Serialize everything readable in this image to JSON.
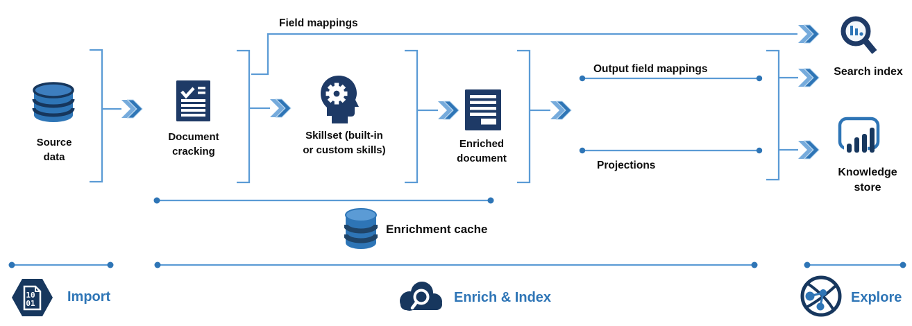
{
  "colors": {
    "line_blue": "#5B9BD5",
    "arrow_blue": "#2E75B6",
    "arrow_light_blue": "#76ABDC",
    "icon_navy": "#1E3A66",
    "accent_blue": "#2E75B6",
    "text_black": "#0d0d0d"
  },
  "nodes": {
    "source_data": {
      "label": "Source data",
      "icon": "database-cylinder-icon"
    },
    "document_cracking": {
      "label": "Document cracking",
      "icon": "document-check-icon"
    },
    "skillset": {
      "label": "Skillset (built-in or custom skills)",
      "lines": [
        "Skillset (built-in",
        "or custom skills)"
      ],
      "icon": "head-gear-icon"
    },
    "enriched_document": {
      "label": "Enriched document",
      "icon": "document-lines-icon"
    },
    "search_index": {
      "label": "Search index",
      "icon": "magnifier-chart-icon"
    },
    "knowledge_store": {
      "label": "Knowledge store",
      "icon": "powerbi-bars-icon"
    }
  },
  "edges": {
    "field_mappings": {
      "label": "Field mappings"
    },
    "output_field_mappings": {
      "label": "Output field mappings"
    },
    "projections": {
      "label": "Projections"
    }
  },
  "cache": {
    "label": "Enrichment cache",
    "icon": "database-cylinder-icon"
  },
  "phases": {
    "import": {
      "label": "Import",
      "icon": "hexagon-binary-icon",
      "binary_line1": "10",
      "binary_line2": "01"
    },
    "enrich_index": {
      "label": "Enrich & Index",
      "icon": "cloud-magnifier-icon"
    },
    "explore": {
      "label": "Explore",
      "icon": "globe-network-icon"
    }
  }
}
